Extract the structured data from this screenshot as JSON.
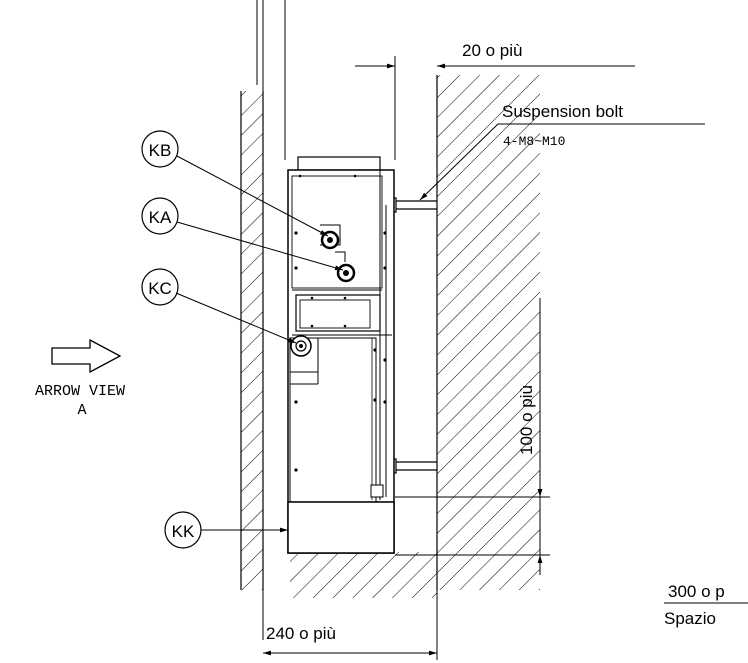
{
  "dimensions": {
    "top_clearance": "20 o più",
    "vertical_clearance": "100 o più",
    "bottom_width": "240 o più",
    "right_partial": "300 o p",
    "right_partial_sub": "Spazio"
  },
  "suspension": {
    "title": "Suspension bolt",
    "spec": "4-M8~M10"
  },
  "callouts": {
    "kb": "KB",
    "ka": "KA",
    "kc": "KC",
    "kk": "KK"
  },
  "arrow_view": {
    "line1": "ARROW VIEW",
    "line2": "A"
  },
  "colors": {
    "line": "#000000",
    "background": "#ffffff"
  }
}
